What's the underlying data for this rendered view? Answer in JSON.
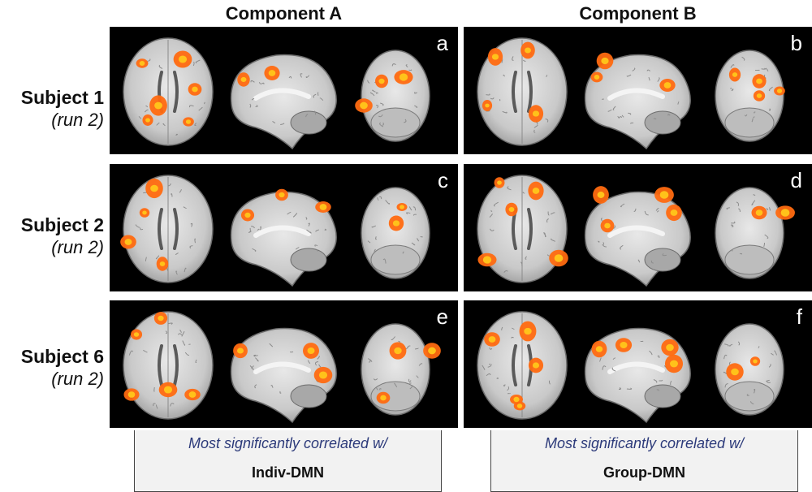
{
  "columns": [
    {
      "title": "Component A"
    },
    {
      "title": "Component B"
    }
  ],
  "rows": [
    {
      "subject": "Subject 1",
      "run": "(run 2)"
    },
    {
      "subject": "Subject 2",
      "run": "(run 2)"
    },
    {
      "subject": "Subject 6",
      "run": "(run 2)"
    }
  ],
  "panels": [
    "a",
    "b",
    "c",
    "d",
    "e",
    "f"
  ],
  "captions": [
    {
      "line1": "Most significantly correlated w/",
      "line2": "Indiv-DMN"
    },
    {
      "line1": "Most significantly correlated w/",
      "line2": "Group-DMN"
    }
  ],
  "colors": {
    "panel_bg": "#000000",
    "activation": "#ff6a10",
    "activation_core": "#ffc21a",
    "caption_text": "#2c3a7a",
    "caption_bg": "#f2f2f2"
  }
}
